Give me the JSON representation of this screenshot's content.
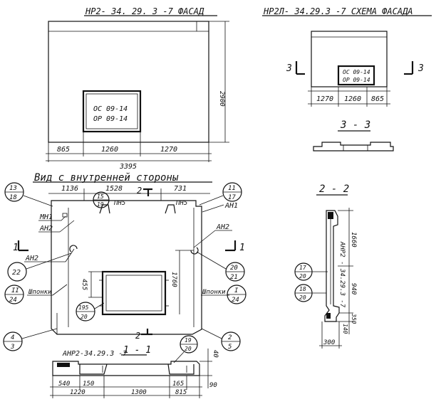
{
  "facade": {
    "title": "НР2- 34. 29. 3  -7  ФАСАД",
    "plate_line1": "ОС 09-14",
    "plate_line2": "ОР 09-14",
    "dim_height": "2900",
    "dim_a": "865",
    "dim_b": "1260",
    "dim_c": "1270",
    "dim_total": "3395"
  },
  "schema": {
    "title": "НР2Л- 34.29.3  -7  СХЕМА ФАСАДА",
    "plate_line1": "ОС 09-14",
    "plate_line2": "ОР 09-14",
    "cut_label": "3",
    "dim_a": "1270",
    "dim_b": "1260",
    "dim_c": "865",
    "section_title": "3 - 3"
  },
  "inner": {
    "title": "Вид с внутренней стороны",
    "dim_a": "1136",
    "dim_b": "1528",
    "dim_c": "731",
    "cut_2": "2",
    "cut_1": "1",
    "pn5_left": "ПН5",
    "pn5_right": "ПН5",
    "mn1": "МН1",
    "an2_upper_left": "АН2",
    "an2_lower_left": "АН2",
    "an2_right": "АН2",
    "an1": "АН1",
    "shponki_left": "Шпонки",
    "shponki_right": "Шпонки",
    "dim_455": "455",
    "dim_1760": "1760",
    "callout_13_18": [
      "13",
      "18"
    ],
    "callout_15_19": [
      "15",
      "19"
    ],
    "callout_11_17": [
      "11",
      "17"
    ],
    "callout_22": "22",
    "callout_II_24": [
      "II",
      "24"
    ],
    "callout_4_3": [
      "4",
      "3"
    ],
    "callout_195_20": [
      "195",
      "20"
    ],
    "callout_20_21": [
      "20",
      "21"
    ],
    "callout_I_24": [
      "I",
      "24"
    ],
    "callout_2_5": [
      "2",
      "5"
    ]
  },
  "section11": {
    "title": "1 - 1",
    "mark": "АНР2-34.29.3 -7",
    "callout_19_20": [
      "19",
      "20"
    ],
    "dim_40": "40",
    "dim_90": "90",
    "dim_540": "540",
    "dim_150": "150",
    "dim_165": "165",
    "dim_1220": "1220",
    "dim_1300": "1300",
    "dim_815": "815"
  },
  "section22": {
    "title": "2 - 2",
    "mark": "АНР2 - 34.29.3 -7",
    "dim_1660": "1660",
    "dim_940": "940",
    "dim_350": "350",
    "dim_140": "140",
    "dim_300": "300",
    "callout_17_20": [
      "17",
      "20"
    ],
    "callout_18_20": [
      "18",
      "20"
    ]
  }
}
